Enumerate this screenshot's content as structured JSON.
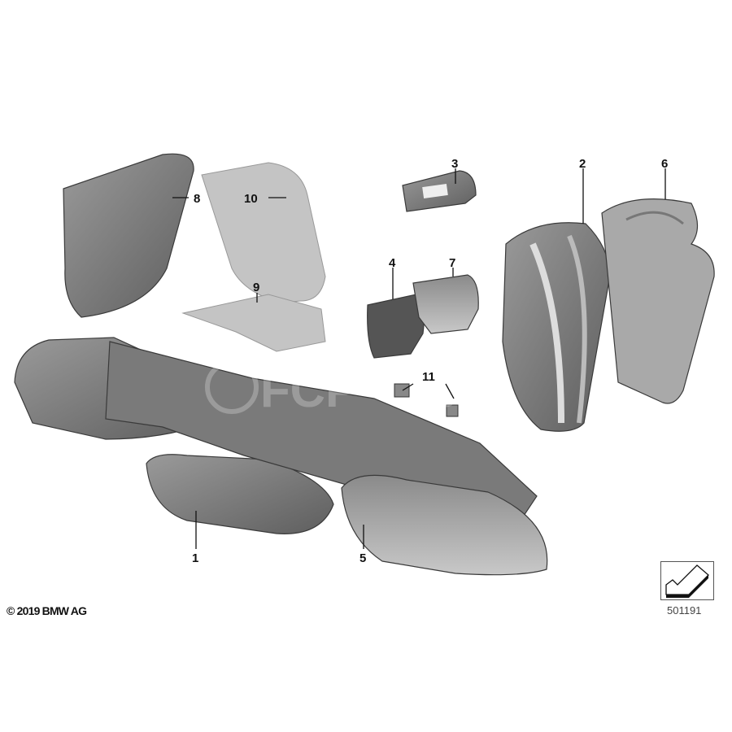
{
  "diagram": {
    "callouts": [
      "1",
      "2",
      "3",
      "4",
      "5",
      "6",
      "7",
      "8",
      "9",
      "10",
      "11"
    ],
    "copyright": "© 2019 BMW AG",
    "diagram_number": "501191",
    "watermark": "FCP EURO"
  }
}
